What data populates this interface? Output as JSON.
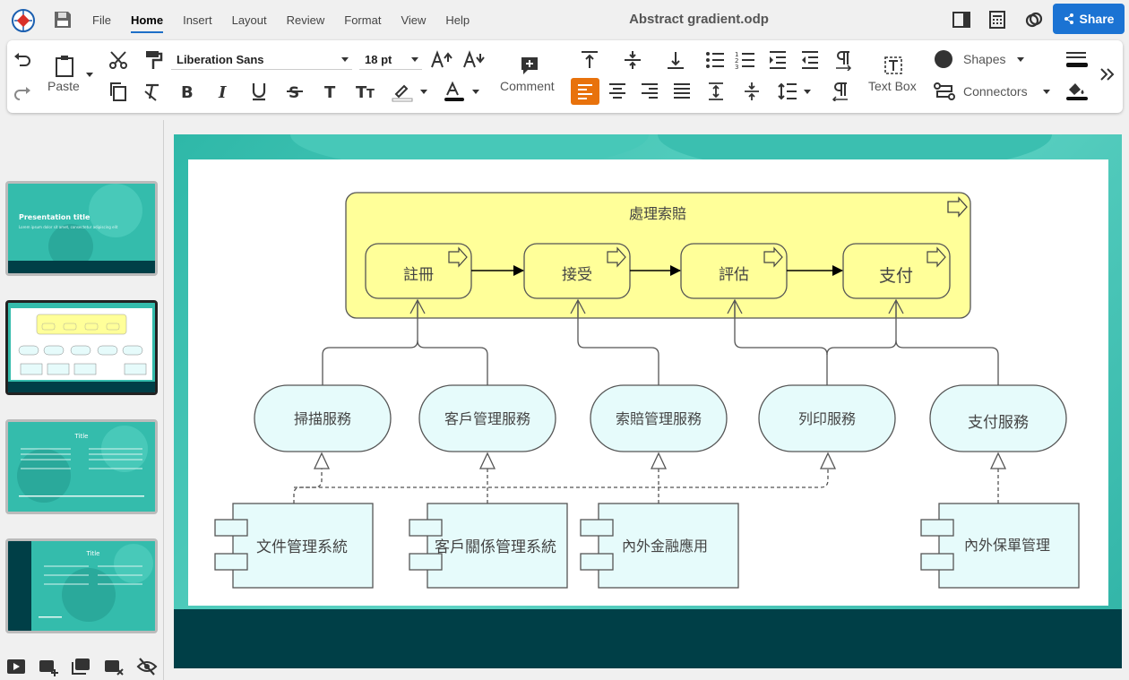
{
  "window": {
    "doc_title": "Abstract gradient.odp",
    "share_label": "Share"
  },
  "menu": [
    {
      "label": "File",
      "active": false
    },
    {
      "label": "Home",
      "active": true
    },
    {
      "label": "Insert",
      "active": false
    },
    {
      "label": "Layout",
      "active": false
    },
    {
      "label": "Review",
      "active": false
    },
    {
      "label": "Format",
      "active": false
    },
    {
      "label": "View",
      "active": false
    },
    {
      "label": "Help",
      "active": false
    }
  ],
  "toolbar": {
    "paste_label": "Paste",
    "font_name": "Liberation Sans",
    "font_size": "18 pt",
    "comment_label": "Comment",
    "textbox_label": "Text Box",
    "shapes_label": "Shapes",
    "connectors_label": "Connectors"
  },
  "colors": {
    "accent": "#1b73d3",
    "align_active": "#e8720c",
    "slide_footer": "#003f47",
    "process_fill": "#ffff99",
    "service_fill": "#e6fbfb"
  },
  "slides": [
    {
      "title": "Presentation title",
      "subtitle": "Lorem ipsum dolor sit amet, consectetur adipiscing elit"
    },
    {
      "title": ""
    },
    {
      "title": "Title"
    },
    {
      "title": "Title"
    }
  ],
  "diagram": {
    "process_title": "處理索賠",
    "steps": [
      "註冊",
      "接受",
      "評估",
      "支付"
    ],
    "services": [
      "掃描服務",
      "客戶管理服務",
      "索賠管理服務",
      "列印服務",
      "支付服務"
    ],
    "components": [
      "文件管理系統",
      "客戶關係管理系統",
      "內外金融應用",
      "內外保單管理"
    ]
  }
}
